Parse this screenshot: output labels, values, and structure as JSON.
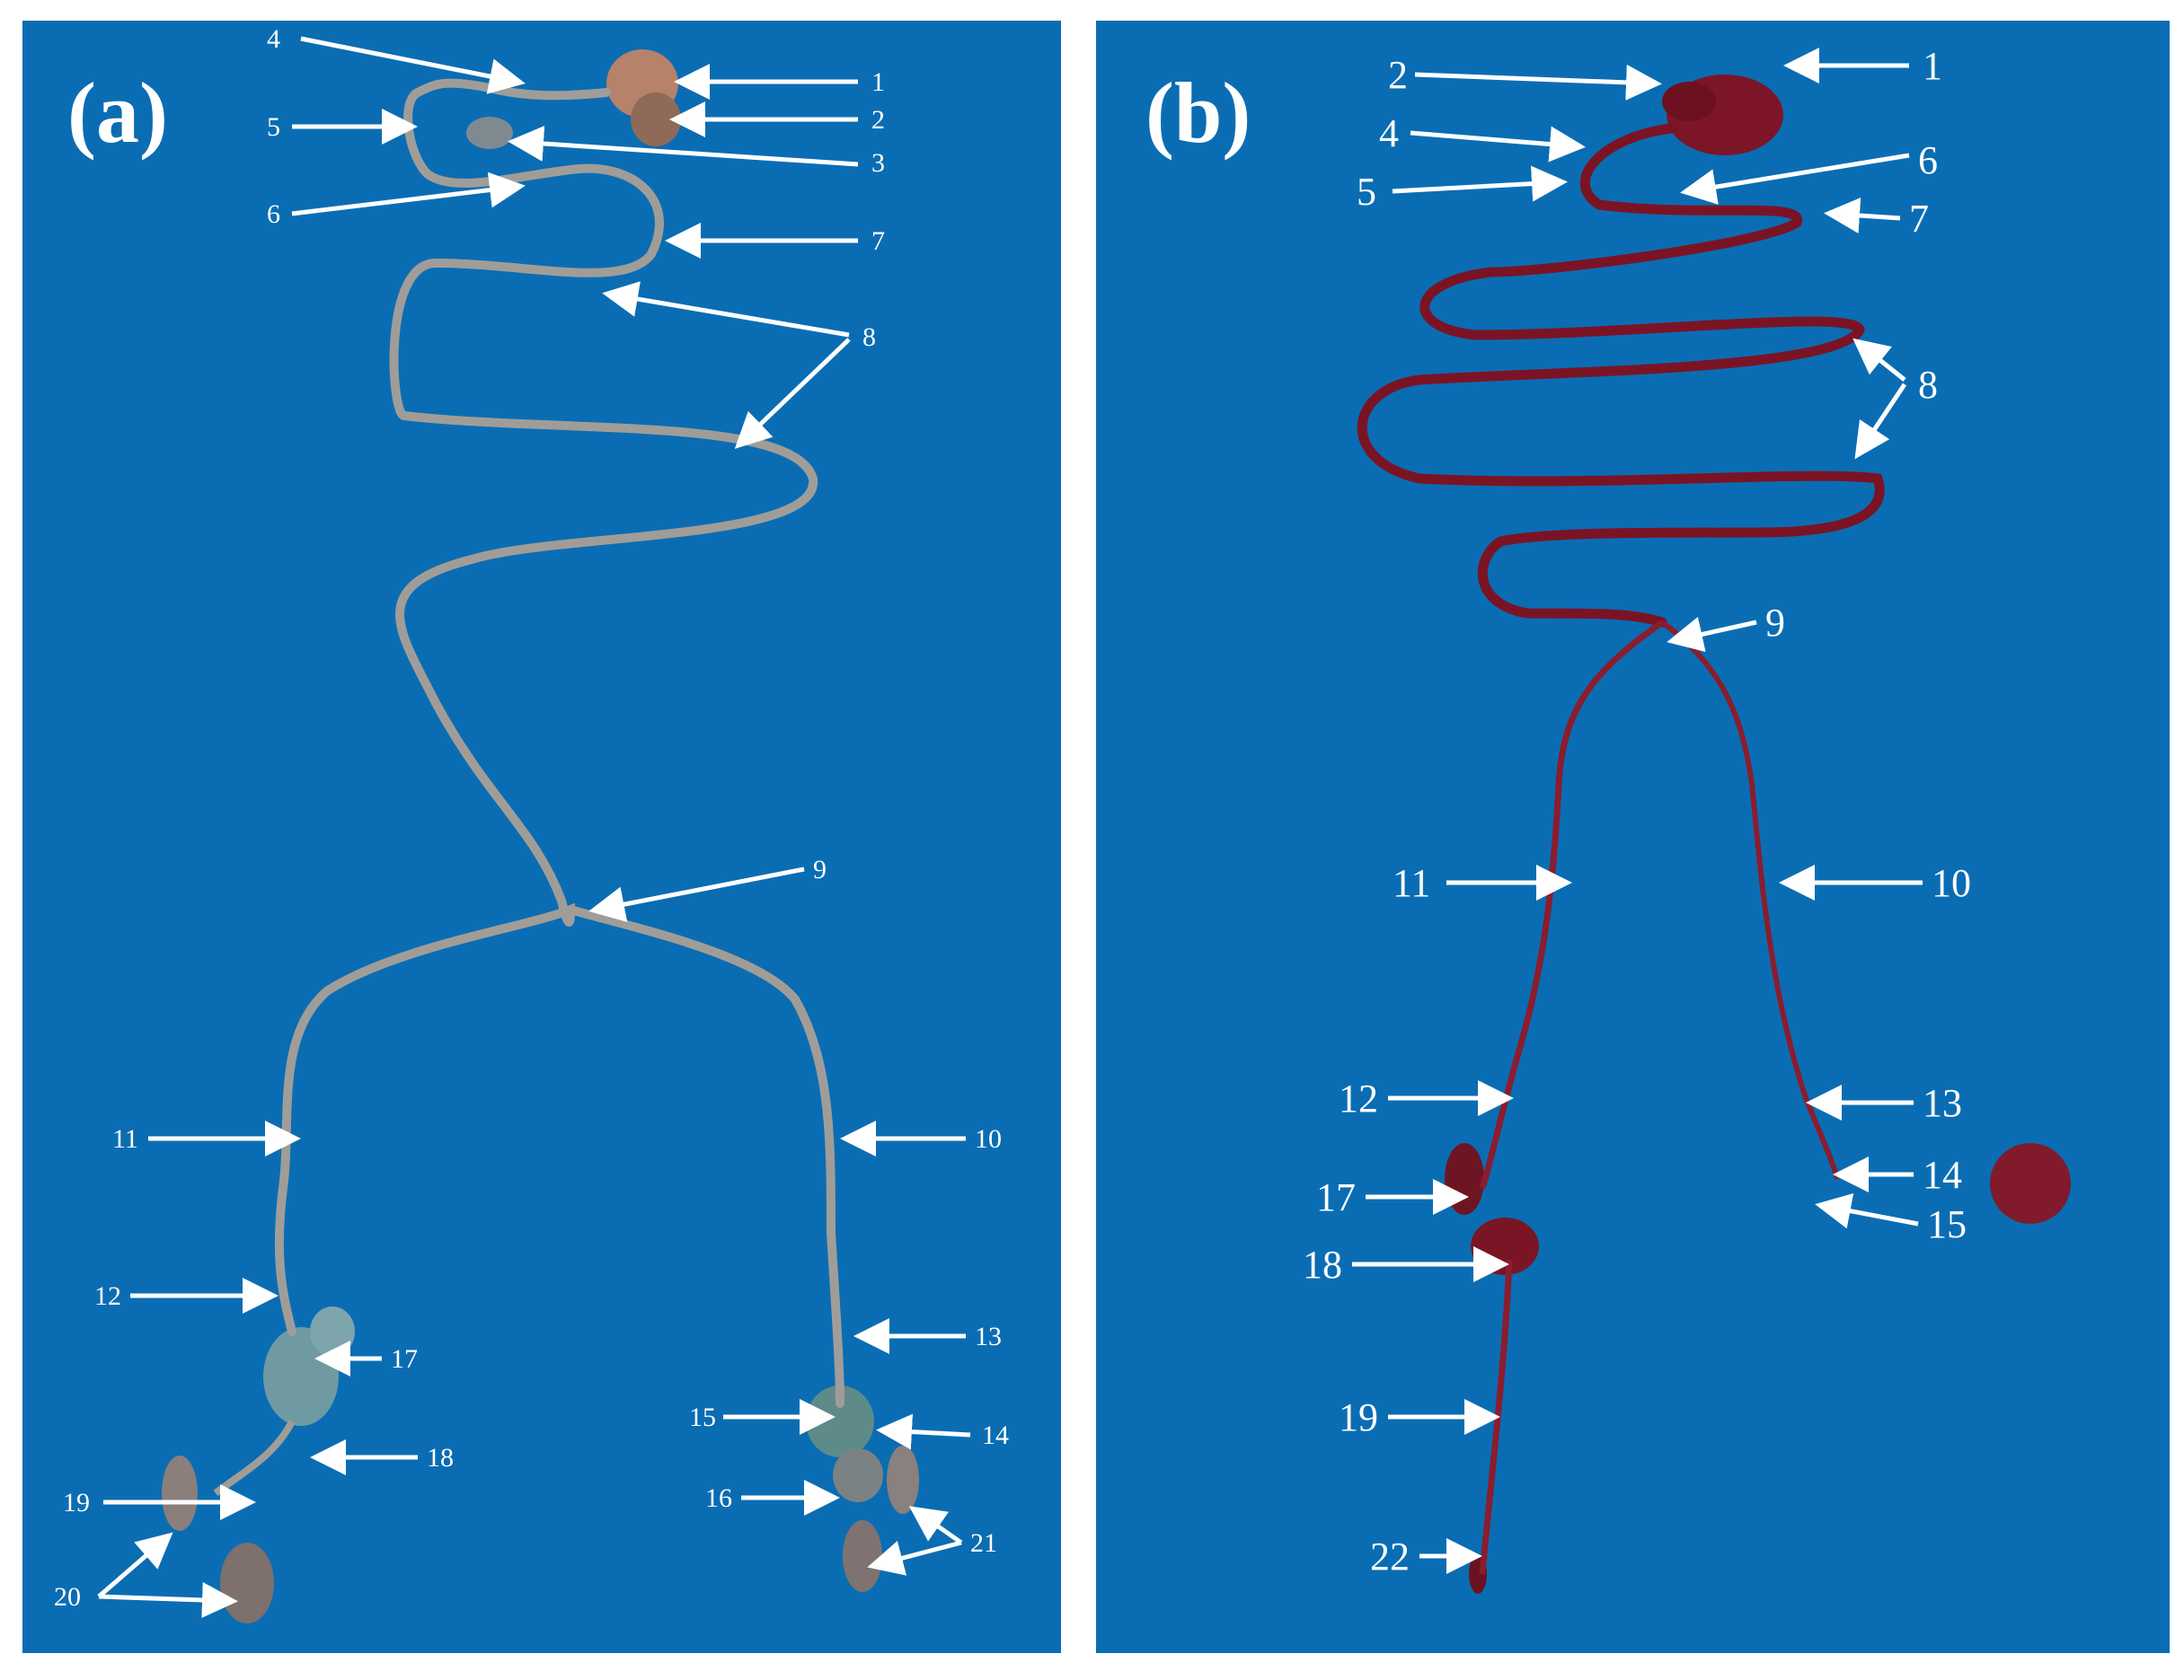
{
  "panels": [
    {
      "label": "(a)",
      "numbers": [
        "1",
        "2",
        "3",
        "4",
        "5",
        "6",
        "7",
        "8",
        "9",
        "10",
        "11",
        "12",
        "13",
        "14",
        "15",
        "16",
        "17",
        "18",
        "19",
        "20",
        "21"
      ]
    },
    {
      "label": "(b)",
      "numbers": [
        "1",
        "2",
        "4",
        "5",
        "6",
        "7",
        "8",
        "9",
        "10",
        "11",
        "12",
        "13",
        "14",
        "15",
        "17",
        "18",
        "19",
        "22"
      ]
    }
  ],
  "colors": {
    "background": "#0a6db3",
    "tract_a": "#9c9a96",
    "tract_b": "#7a1424",
    "arrow": "#ffffff"
  }
}
